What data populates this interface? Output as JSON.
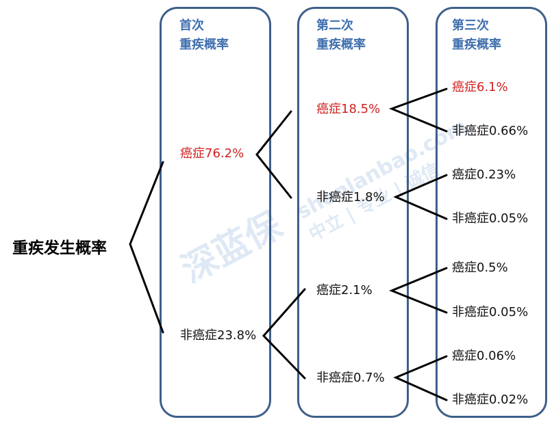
{
  "root": {
    "text": "重疾发生概率"
  },
  "columns": [
    {
      "line1": "首次",
      "line2": "重疾概率"
    },
    {
      "line1": "第二次",
      "line2": "重疾概率"
    },
    {
      "line1": "第三次",
      "line2": "重疾概率"
    }
  ],
  "level1": [
    {
      "text": "癌症76.2%",
      "color": "#d11f1f"
    },
    {
      "text": "非癌症23.8%",
      "color": "#111111"
    }
  ],
  "level2": [
    {
      "text": "癌症18.5%",
      "color": "#d11f1f"
    },
    {
      "text": "非癌症1.8%",
      "color": "#111111"
    },
    {
      "text": "癌症2.1%",
      "color": "#111111"
    },
    {
      "text": "非癌症0.7%",
      "color": "#111111"
    }
  ],
  "level3": [
    {
      "text": "癌症6.1%",
      "color": "#d11f1f"
    },
    {
      "text": "非癌症0.66%",
      "color": "#111111"
    },
    {
      "text": "癌症0.23%",
      "color": "#111111"
    },
    {
      "text": "非癌症0.05%",
      "color": "#111111"
    },
    {
      "text": "癌症0.5%",
      "color": "#111111"
    },
    {
      "text": "非癌症0.05%",
      "color": "#111111"
    },
    {
      "text": "癌症0.06%",
      "color": "#111111"
    },
    {
      "text": "非癌症0.02%",
      "color": "#111111"
    }
  ],
  "watermark": {
    "logo": "深蓝保",
    "url": "shenlanbao.com",
    "slogan": "中立 | 专业 | 诚信"
  },
  "colors": {
    "frame": "#3e5f8a",
    "header": "#3f6fae",
    "highlight": "#d11f1f"
  }
}
